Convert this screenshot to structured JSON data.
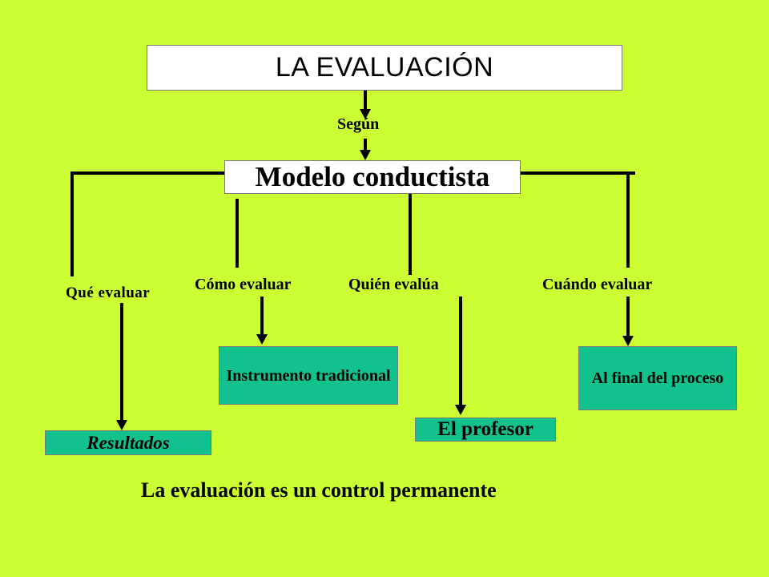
{
  "diagram": {
    "title": "LA  EVALUACIÓN",
    "connector_label": "Según",
    "model": "Modelo conductista",
    "branches": [
      {
        "question": "Qué evaluar",
        "answer": "Resultados"
      },
      {
        "question": "Cómo evaluar",
        "answer": "Instrumento tradicional"
      },
      {
        "question": "Quién evalúa",
        "answer": "El profesor"
      },
      {
        "question": "Cuándo evaluar",
        "answer": "Al final del proceso"
      }
    ],
    "conclusion": "La evaluación es un control permanente"
  },
  "colors": {
    "background": "#ccff33",
    "answer_box": "#11c28f",
    "title_box": "#ffffff",
    "lines": "#000000"
  }
}
